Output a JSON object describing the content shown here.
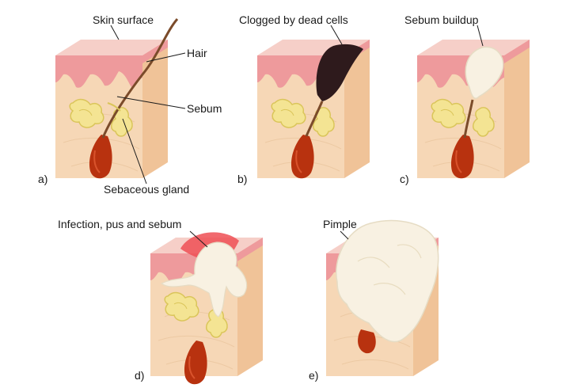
{
  "colors": {
    "skin_face": "#f6d7b6",
    "skin_side": "#f0c398",
    "skin_top": "#f6cfc8",
    "epidermis": "#ee9a9c",
    "inflamed": "#ef4f55",
    "hair": "#7b4b2a",
    "follicle": "#b8320f",
    "gland": "#f4e493",
    "gland_edge": "#dac55a",
    "plug": "#2e1a1c",
    "sebum": "#f8f1e2"
  },
  "panels": {
    "a": {
      "letter": "a)",
      "labels": {
        "skin_surface": "Skin surface",
        "hair": "Hair",
        "sebum": "Sebum",
        "sebaceous_gland": "Sebaceous gland"
      }
    },
    "b": {
      "letter": "b)",
      "labels": {
        "title": "Clogged by dead cells"
      }
    },
    "c": {
      "letter": "c)",
      "labels": {
        "title": "Sebum buildup"
      }
    },
    "d": {
      "letter": "d)",
      "labels": {
        "title": "Infection, pus and sebum"
      }
    },
    "e": {
      "letter": "e)",
      "labels": {
        "title": "Pimple"
      }
    }
  }
}
